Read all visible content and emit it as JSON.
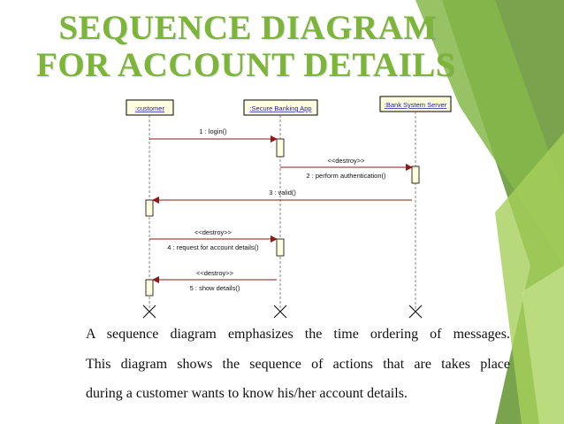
{
  "slide": {
    "title_line1": "SEQUENCE DIAGRAM",
    "title_line2": "FOR ACCOUNT DETAILS",
    "body_line1": "A sequence diagram emphasizes the time ordering of messages.",
    "body_line2": "This diagram shows the sequence of actions that are takes place",
    "body_line3": "during a customer wants to know his/her account details.",
    "colors": {
      "title": "#7db53a",
      "deco_green_dark": "#6a9a3a",
      "deco_green_light": "#a6cf5a",
      "lifeline_box_fill": "#ffffe0",
      "message_arrow": "#8b1a1a"
    }
  },
  "diagram": {
    "participants": [
      {
        "id": "customer",
        "label": ":customer"
      },
      {
        "id": "app",
        "label": ":Secure Banking App"
      },
      {
        "id": "server",
        "label": ":Bank System Server"
      }
    ],
    "messages": [
      {
        "from": "customer",
        "to": "app",
        "label": "1 : login()",
        "stereotype": ""
      },
      {
        "from": "app",
        "to": "server",
        "label": "2 : perform authentication()",
        "stereotype": "<<destroy>>"
      },
      {
        "from": "server",
        "to": "customer",
        "label": "3 : valid()",
        "stereotype": ""
      },
      {
        "from": "customer",
        "to": "app",
        "label": "4 : request for account details()",
        "stereotype": "<<destroy>>"
      },
      {
        "from": "app",
        "to": "customer",
        "label": "5 : show details()",
        "stereotype": "<<destroy>>"
      }
    ]
  }
}
